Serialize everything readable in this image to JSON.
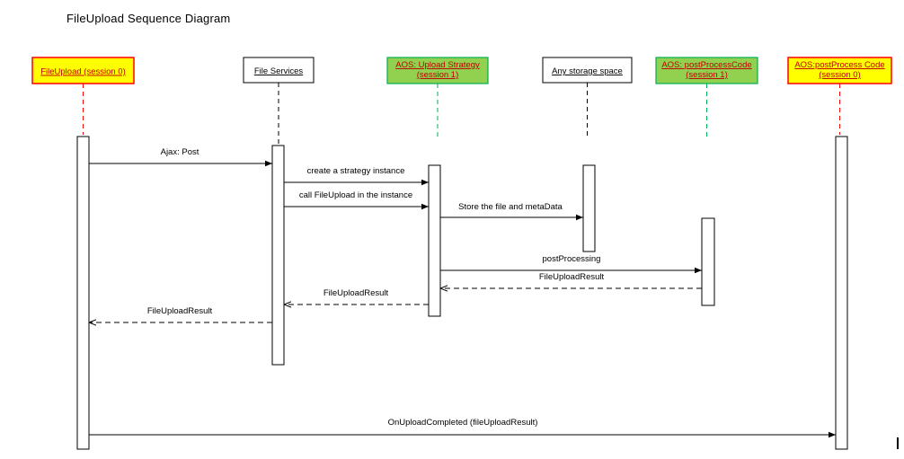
{
  "title": "FileUpload Sequence Diagram",
  "colors": {
    "yellow_fill": "#ffff00",
    "green_fill": "#92d050",
    "red_border": "#ff0000",
    "green_border": "#00b050",
    "red_text": "#c00000",
    "lifeline_red": "#ff0000",
    "lifeline_green": "#00b050",
    "lifeline_black": "#000000"
  },
  "participants": [
    {
      "id": "p1",
      "lines": [
        "FileUpload (session 0)"
      ],
      "style": "yellow"
    },
    {
      "id": "p2",
      "lines": [
        "File Services"
      ],
      "style": "plain"
    },
    {
      "id": "p3",
      "lines": [
        "AOS: Upload Strategy",
        "(session 1)"
      ],
      "style": "green"
    },
    {
      "id": "p4",
      "lines": [
        "Any storage space"
      ],
      "style": "plain"
    },
    {
      "id": "p5",
      "lines": [
        "AOS: postProcessCode",
        "(session 1)"
      ],
      "style": "green"
    },
    {
      "id": "p6",
      "lines": [
        "AOS:postProcess Code",
        "(session 0)"
      ],
      "style": "yellow"
    }
  ],
  "messages": [
    {
      "id": "m1",
      "label": "Ajax: Post",
      "from": "p1",
      "to": "p2",
      "kind": "sync"
    },
    {
      "id": "m2",
      "label": "create a strategy instance",
      "from": "p2",
      "to": "p3",
      "kind": "sync"
    },
    {
      "id": "m3",
      "label": "call FileUpload in the instance",
      "from": "p2",
      "to": "p3",
      "kind": "sync"
    },
    {
      "id": "m4",
      "label": "Store the file and metaData",
      "from": "p3",
      "to": "p4",
      "kind": "sync"
    },
    {
      "id": "m5",
      "label": "postProcessing",
      "from": "p3",
      "to": "p5",
      "kind": "sync"
    },
    {
      "id": "m6",
      "label": "FileUploadResult",
      "from": "p5",
      "to": "p3",
      "kind": "return"
    },
    {
      "id": "m7",
      "label": "FileUploadResult",
      "from": "p3",
      "to": "p2",
      "kind": "return"
    },
    {
      "id": "m8",
      "label": "FileUploadResult",
      "from": "p2",
      "to": "p1",
      "kind": "return"
    },
    {
      "id": "m9",
      "label": "OnUploadCompleted (fileUploadResult)",
      "from": "p1",
      "to": "p6",
      "kind": "sync"
    }
  ]
}
